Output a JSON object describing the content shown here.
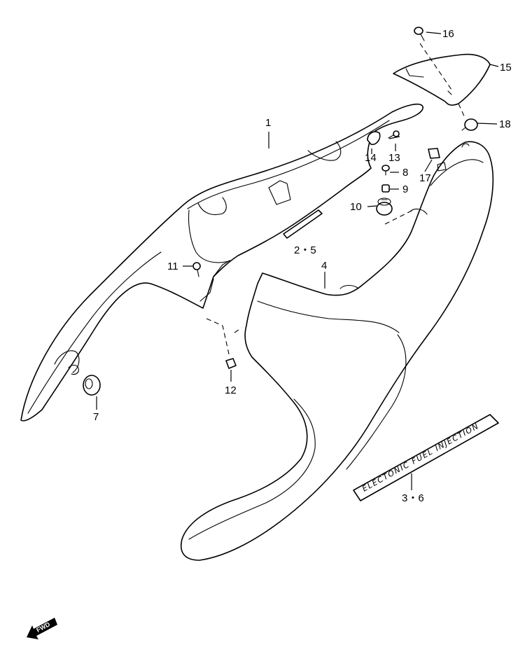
{
  "callouts": {
    "c1": "1",
    "c2_5": "2・5",
    "c3_6": "3・6",
    "c4": "4",
    "c7": "7",
    "c8": "8",
    "c9": "9",
    "c10": "10",
    "c11": "11",
    "c12": "12",
    "c13": "13",
    "c14": "14",
    "c15": "15",
    "c16": "16",
    "c17": "17",
    "c18": "18"
  },
  "decal_text": "ELECTONIC FUEL INJECTION",
  "fwd_text": "FWD",
  "colors": {
    "line": "#000000",
    "background": "#ffffff"
  }
}
